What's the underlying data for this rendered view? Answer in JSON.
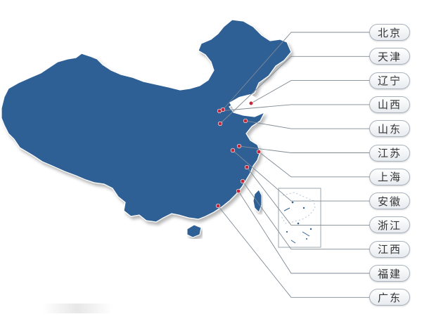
{
  "map": {
    "land_color": "#2d5f95",
    "marker_color": "#c0283b",
    "leader_color": "#7f8a94",
    "labels": [
      {
        "name": "北京"
      },
      {
        "name": "天津"
      },
      {
        "name": "辽宁"
      },
      {
        "name": "山西"
      },
      {
        "name": "山东"
      },
      {
        "name": "江苏"
      },
      {
        "name": "上海"
      },
      {
        "name": "安徽"
      },
      {
        "name": "浙江"
      },
      {
        "name": "江西"
      },
      {
        "name": "福建"
      },
      {
        "name": "广东"
      }
    ]
  }
}
